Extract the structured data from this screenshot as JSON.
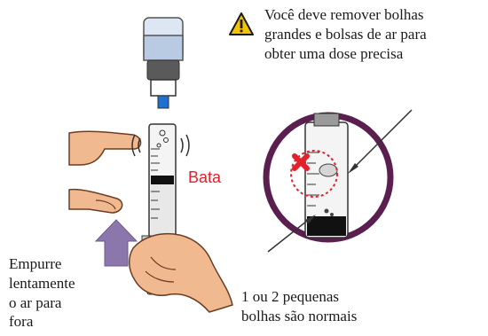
{
  "warning": {
    "icon": "warning-triangle-icon",
    "lines": [
      "Você deve remover bolhas",
      "grandes e bolsas de ar para",
      "obter uma dose precisa"
    ]
  },
  "tap_label": "Bata",
  "push_instruction": {
    "lines": [
      "Empurre",
      "lentamente",
      "o ar para",
      "fora"
    ]
  },
  "bubbles_note": {
    "lines": [
      "1 ou 2 pequenas",
      "bolhas são normais"
    ]
  },
  "colors": {
    "accent_red": "#e3212b",
    "circle_purple": "#5a1f4e",
    "arrow_purple": "#8c77ad",
    "warning_yellow": "#f5c400",
    "skin": "#f1b98f"
  }
}
